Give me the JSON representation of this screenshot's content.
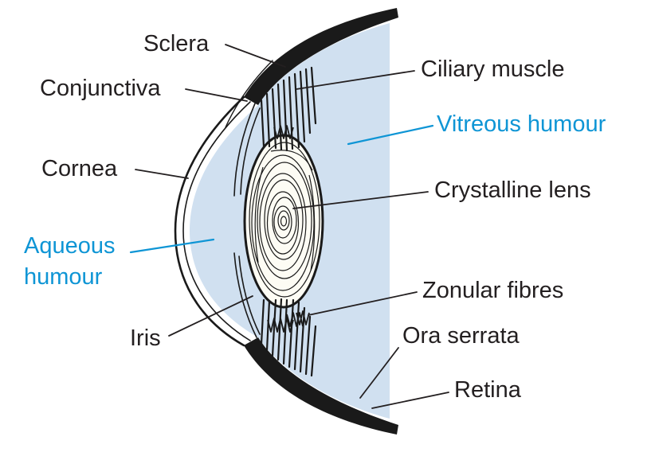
{
  "figure": {
    "type": "anatomical-diagram",
    "subject": "human eye anterior segment cross-section"
  },
  "colors": {
    "background": "#ffffff",
    "outline_black": "#231f20",
    "label_text_black": "#231f20",
    "label_text_blue": "#0e95d5",
    "leader_blue": "#0e95d5",
    "chamber_fill": "#d0e0f0",
    "lens_fill": "#fdfcf4"
  },
  "labels": {
    "sclera": "Sclera",
    "conjunctiva": "Conjunctiva",
    "cornea": "Cornea",
    "aqueous_humour_line1": "Aqueous",
    "aqueous_humour_line2": "humour",
    "iris": "Iris",
    "ciliary_muscle": "Ciliary muscle",
    "vitreous_humour": "Vitreous humour",
    "crystalline_lens": "Crystalline lens",
    "zonular_fibres": "Zonular fibres",
    "ora_serrata": "Ora serrata",
    "retina": "Retina"
  }
}
